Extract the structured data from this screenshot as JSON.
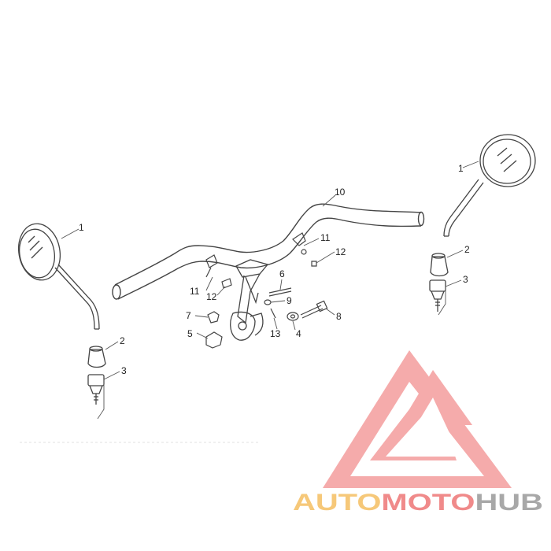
{
  "callouts": {
    "mirror_left": "1",
    "mirror_right": "1",
    "cap_left": "2",
    "cap_right": "2",
    "adapter_left": "3",
    "adapter_right": "3",
    "washer": "4",
    "nut_lower": "5",
    "bolt_short": "6",
    "nut_small": "7",
    "bolt_long": "8",
    "spacer": "9",
    "handlebar": "10",
    "clip_right": "11",
    "clip_left": "11",
    "screw_right": "12",
    "screw_left": "12",
    "pin": "13"
  },
  "watermark": {
    "part1": "AUTO",
    "part2": "MOTO",
    "part3": "HUB",
    "color1": "#f6c879",
    "color2": "#f08a8a",
    "color3": "#a8a8a8",
    "logo_color": "#f4a3a3"
  }
}
